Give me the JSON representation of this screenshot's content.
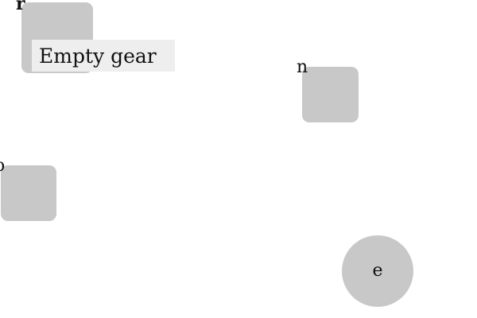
{
  "slots": {
    "r": {
      "label": "r"
    },
    "n": {
      "label": "n"
    },
    "o": {
      "label": "o"
    }
  },
  "gear": {
    "label": "e"
  },
  "tooltip": {
    "text": "Empty gear"
  },
  "colors": {
    "slot_fill": "#c8c8c8",
    "gear_fill": "#c8c8c8",
    "tooltip_bg": "#eeeeee",
    "text": "#111111",
    "background": "#ffffff"
  }
}
